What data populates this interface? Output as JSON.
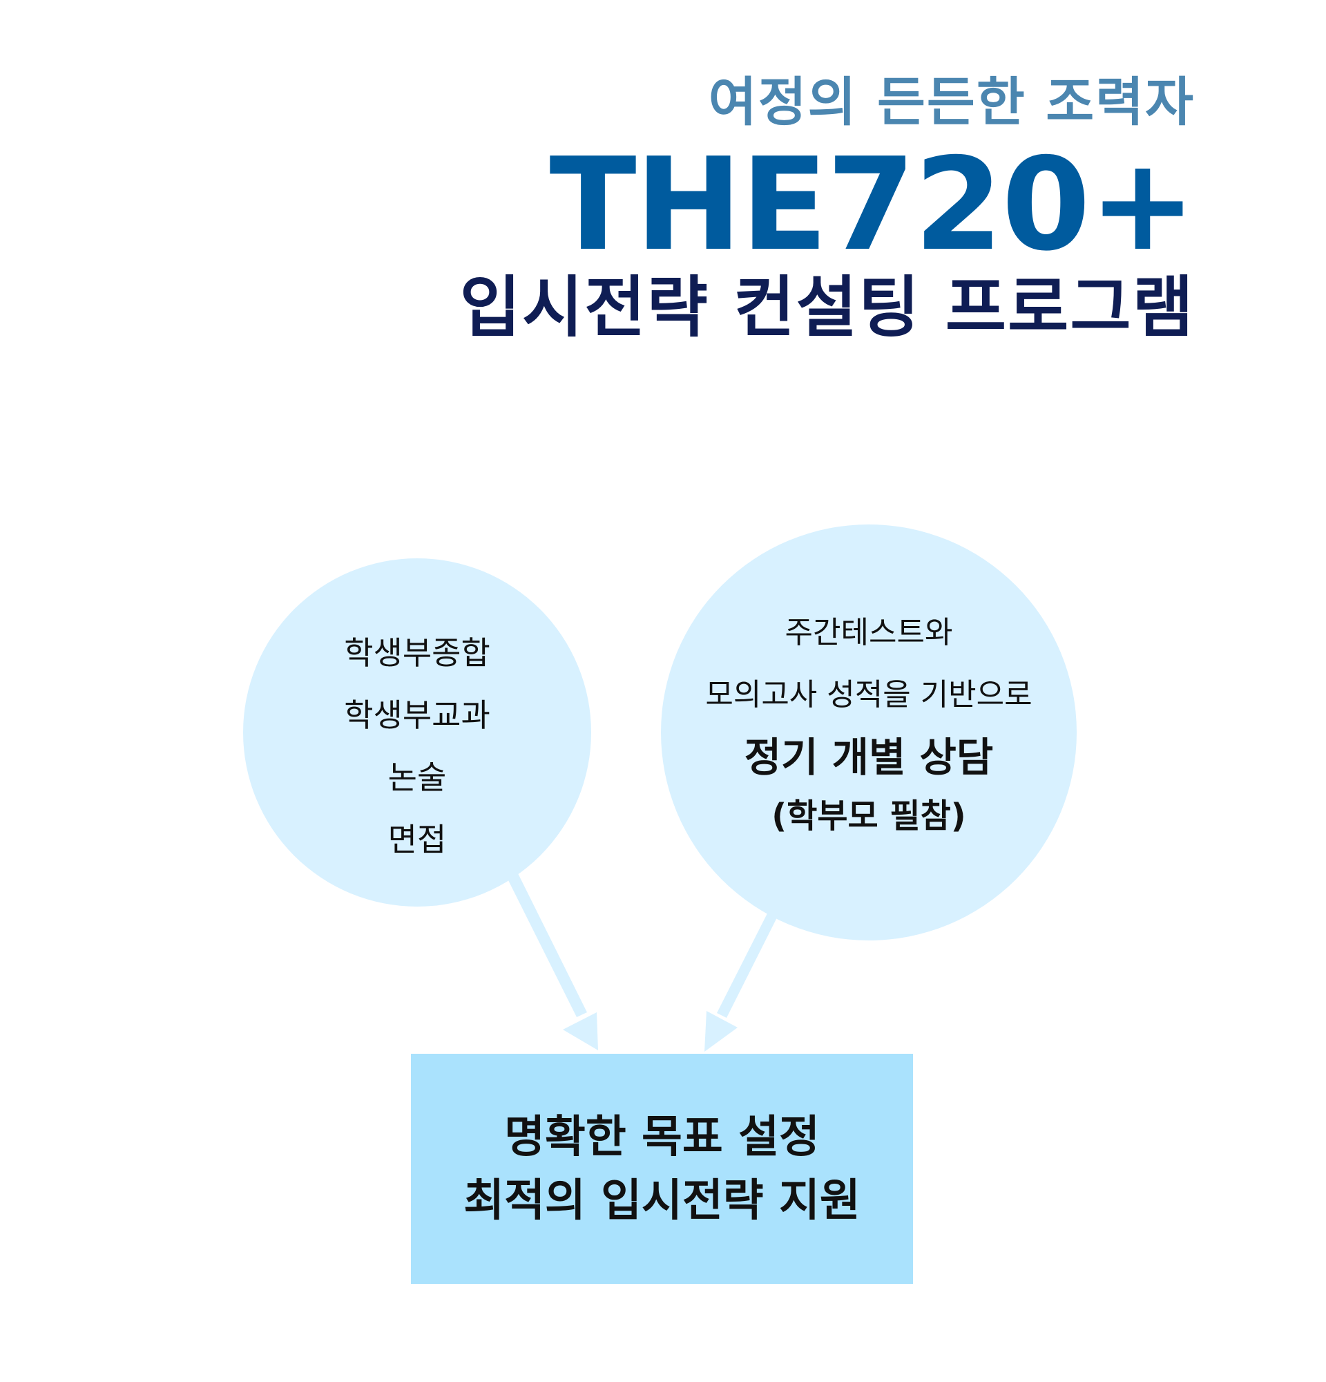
{
  "header": {
    "tagline": "여정의 든든한 조력자",
    "brand": "THE720+",
    "program": "입시전략 컨설팅 프로그램"
  },
  "left_circle": {
    "items": [
      "학생부종합",
      "학생부교과",
      "논술",
      "면접"
    ]
  },
  "right_circle": {
    "line1": "주간테스트와",
    "line2": "모의고사 성적을 기반으로",
    "highlight": "정기 개별 상담",
    "note": "(학부모 필참)"
  },
  "result": {
    "line1": "명확한 목표 설정",
    "line2": "최적의 입시전략 지원"
  },
  "colors": {
    "tagline": "#4b86b0",
    "brand": "#005b9e",
    "program": "#0f1d54",
    "circle_fill": "#d8f1ff",
    "arrow": "#d8f1ff",
    "box_fill": "#aae2fd"
  }
}
